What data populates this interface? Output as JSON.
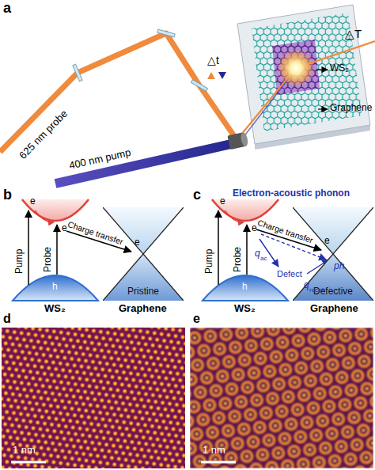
{
  "diagram": {
    "nodes": [
      {
        "text": [
          "Pristine"
        ]
      },
      {
        "text": [
          "Defective"
        ]
      }
    ],
    "labels": [
      "a",
      "625 nm probe",
      "400 nm pump",
      "△t",
      "△T",
      "WS₂",
      "Graphene",
      "b",
      "e",
      "e",
      "Pump",
      "Probe",
      "h",
      "Charge transfer",
      "e",
      "WS₂",
      "Graphene",
      "c",
      "Electron-acoustic phonon",
      "e",
      "e",
      "Pump",
      "Probe",
      "h",
      "Charge transfer",
      "e",
      "q",
      "ac",
      "Defect",
      "q",
      "recoil",
      "ph",
      "WS₂",
      "Graphene",
      "d",
      "1 nm",
      "e",
      "1 nm"
    ]
  }
}
